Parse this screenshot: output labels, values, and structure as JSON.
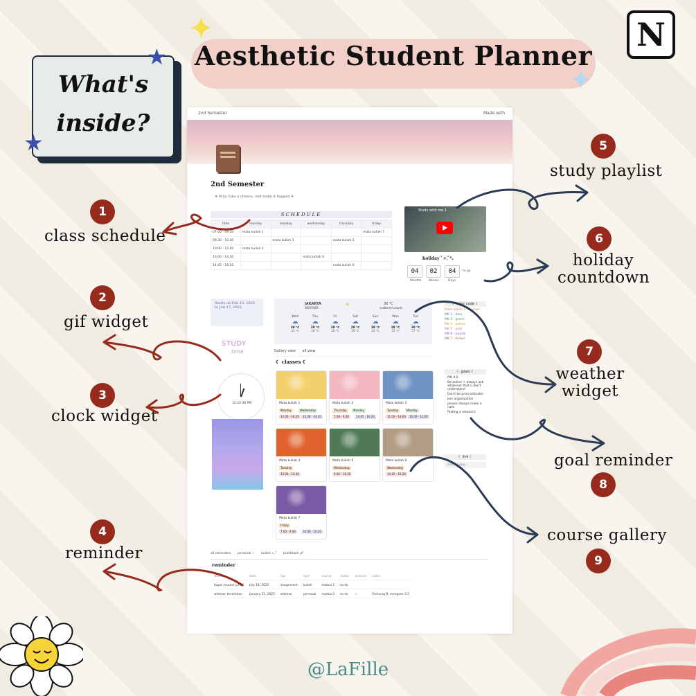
{
  "header": {
    "title": "Aesthetic Student Planner",
    "whats_inside": "What's inside?"
  },
  "brand": {
    "notion_letter": "N",
    "handle": "@LaFille"
  },
  "features": [
    {
      "num": "1",
      "label": "class schedule"
    },
    {
      "num": "2",
      "label": "gif widget"
    },
    {
      "num": "3",
      "label": "clock widget"
    },
    {
      "num": "4",
      "label": "reminder"
    },
    {
      "num": "5",
      "label": "study playlist"
    },
    {
      "num": "6",
      "label": "holiday countdown"
    },
    {
      "num": "7",
      "label": "weather widget"
    },
    {
      "num": "8",
      "label": "goal reminder"
    },
    {
      "num": "9",
      "label": "course gallery"
    }
  ],
  "screenshot": {
    "breadcrumb": "2nd Semester",
    "made_with": "Made with",
    "page_title": "2nd Semester",
    "quote": "✦ Pray, take a chance, and make it happen ✦",
    "schedule": {
      "title": "SCHEDULE",
      "headers": [
        "time",
        "monday",
        "tuesday",
        "wednesday",
        "thursday",
        "friday"
      ],
      "rows": [
        [
          "07.00 - 09.30",
          "mata kuliah 1",
          "",
          "",
          "",
          "mata kuliah 7"
        ],
        [
          "09.30 - 10.30",
          "",
          "mata kuliah 3",
          "",
          "mata kuliah 5",
          ""
        ],
        [
          "10.00 - 12.00",
          "mata kuliah 2",
          "",
          "",
          "",
          ""
        ],
        [
          "13.00 - 14.30",
          "",
          "",
          "mata kuliah 4",
          "",
          ""
        ],
        [
          "14.45 - 16.20",
          "",
          "",
          "",
          "mata kuliah 6",
          ""
        ]
      ]
    },
    "playlist_title": "Study with me 1",
    "countdown": {
      "title": "holiday ﾟ+.ﾟ*｡",
      "values": [
        "04",
        "02",
        "04"
      ],
      "labels": [
        "Months",
        "Weeks",
        "Days"
      ],
      "extra": "to go"
    },
    "semester_callout": "Starts on Feb 10, 2025 to Jun 17, 2025",
    "gif_text": "STUDY",
    "gif_sub": "time",
    "clock_time": "12:22:36 PM",
    "weather": {
      "city": "JAKARTA",
      "sub": "WEATHER",
      "temp": "30 ℃",
      "cond": "scattered clouds",
      "days": [
        {
          "d": "Wed",
          "hi": "30 ℃",
          "lo": "25 ℃"
        },
        {
          "d": "Thu",
          "hi": "29 ℃",
          "lo": "26 ℃"
        },
        {
          "d": "Fri",
          "hi": "29 ℃",
          "lo": "26 ℃"
        },
        {
          "d": "Sat",
          "hi": "29 ℃",
          "lo": "26 ℃"
        },
        {
          "d": "Sun",
          "hi": "29 ℃",
          "lo": "26 ℃"
        },
        {
          "d": "Mon",
          "hi": "28 ℃",
          "lo": "25 ℃"
        },
        {
          "d": "Tue",
          "hi": "30 ℃",
          "lo": "27 ℃"
        }
      ]
    },
    "views": [
      "Gallery view",
      "all view"
    ],
    "classes_title": "☾ classes ☾",
    "courses": [
      {
        "name": "Mata kuliah 1",
        "days": [
          "Monday",
          "Wednesday"
        ],
        "times": [
          "14.00 - 16.20",
          "13.00 - 14.40"
        ],
        "color": "#f4cf6d"
      },
      {
        "name": "Mata kuliah 2",
        "days": [
          "Thursday",
          "Monday"
        ],
        "times": [
          "7.00 - 9.30",
          "14.45 - 16.20"
        ],
        "color": "#f2b7c0"
      },
      {
        "name": "Mata kuliah 3",
        "days": [
          "Tuesday",
          "Monday"
        ],
        "times": [
          "11.00 - 14.00",
          "10.00 - 12.00"
        ],
        "color": "#6f93c4"
      },
      {
        "name": "Mata kuliah 4",
        "days": [
          "Tuesday"
        ],
        "times": [
          "13.00 - 14.40"
        ],
        "color": "#e0622c"
      },
      {
        "name": "Mata kuliah 5",
        "days": [
          "Wednesday"
        ],
        "times": [
          "9.00 - 10.20"
        ],
        "color": "#4f7a55"
      },
      {
        "name": "Mata kuliah 6",
        "days": [
          "Wednesday"
        ],
        "times": [
          "14.45 - 16.20"
        ],
        "color": "#b29c83"
      },
      {
        "name": "Mata kuliah 7",
        "days": [
          "Friday"
        ],
        "times": [
          "7.00 - 9.00",
          "10.00 - 10.20"
        ],
        "color": "#7a5aa4"
      }
    ],
    "color_code": {
      "title": "☾ color code ☾",
      "items": [
        {
          "t": "Mata kuliah 1 - orange",
          "c": "#e0863b"
        },
        {
          "t": "MK 2 - blue",
          "c": "#4a7ac4"
        },
        {
          "t": "MK 3 - green",
          "c": "#4f8f5a"
        },
        {
          "t": "MK 4 - yellow",
          "c": "#c9a12f"
        },
        {
          "t": "MK 5 - pink",
          "c": "#d46b9a"
        },
        {
          "t": "MK 6 - purple",
          "c": "#8a5ab0"
        },
        {
          "t": "MK 7 - brown",
          "c": "#9b6a4a"
        }
      ]
    },
    "goals": {
      "title": "☾ goals ☾",
      "items": [
        "IPK 4.0",
        "Be active + always ask whatever that u don't understand",
        "Don't be procrastinator",
        "join organization",
        "please always make a note",
        "finding a research"
      ]
    },
    "link": {
      "title": "☾ link ☾",
      "value": "Embed any..."
    },
    "reminder_tabs": [
      "all reminders",
      "personal ♡",
      "kuliah ⋆｡˚",
      "praktikum 🖉"
    ],
    "reminder_title": "reminder",
    "reminder_headers": [
      "Name",
      "date",
      "tag",
      "type",
      "course",
      "status",
      "achieve",
      "notes"
    ],
    "reminders": [
      [
        "tugas resume jurnal",
        "July 18, 2025",
        "assignment",
        "kuliah",
        "matkul 1",
        "to-do",
        "",
        ""
      ],
      [
        "webinar kesehatan",
        "January 31, 2025",
        "webinar",
        "personal",
        "matkul 2",
        "to-do",
        "✓",
        "Ordnung B, mengaes 3.2"
      ]
    ]
  }
}
